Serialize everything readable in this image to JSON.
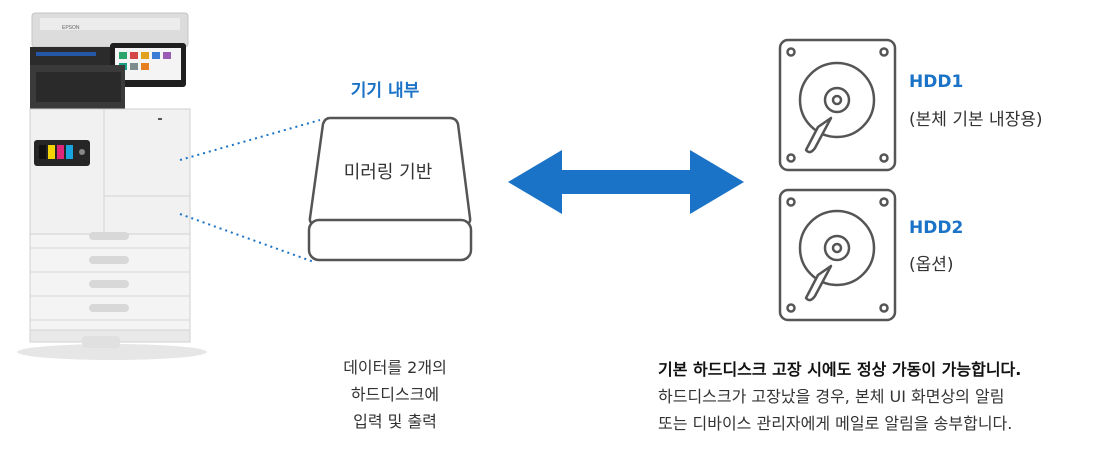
{
  "diagram": {
    "inside_label": "기기 내부",
    "mirroring_board": "미러링 기반",
    "hdd1": {
      "title": "HDD1",
      "subtitle": "(본체 기본 내장용)"
    },
    "hdd2": {
      "title": "HDD2",
      "subtitle": "(옵션)"
    },
    "printer_brand": "EPSON",
    "left_caption": [
      "데이터를 2개의",
      "하드디스크에",
      "입력 및 출력"
    ],
    "right_caption": {
      "headline": "기본 하드디스크 고장 시에도 정상 가동이 가능합니다.",
      "lines": [
        "하드디스크가 고장났을 경우, 본체 UI 화면상의 알림",
        "또는 디바이스 관리자에게 메일로 알림을 송부합니다."
      ]
    },
    "colors": {
      "accent": "#1a73c6",
      "outline": "#555555"
    }
  }
}
